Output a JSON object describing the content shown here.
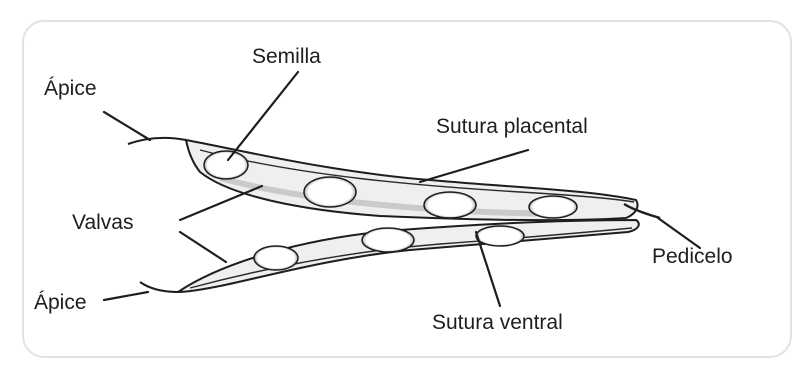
{
  "diagram": {
    "labels": {
      "apex_top": "Ápice",
      "seed": "Semilla",
      "placental_suture": "Sutura placental",
      "valves": "Valvas",
      "pedicel": "Pedicelo",
      "apex_bottom": "Ápice",
      "ventral_suture": "Sutura ventral"
    },
    "colors": {
      "ink": "#1e1e1e",
      "pod_fill": "#f2f2f2",
      "seed_fill": "#ffffff",
      "frame": "#e2e2e2"
    }
  }
}
